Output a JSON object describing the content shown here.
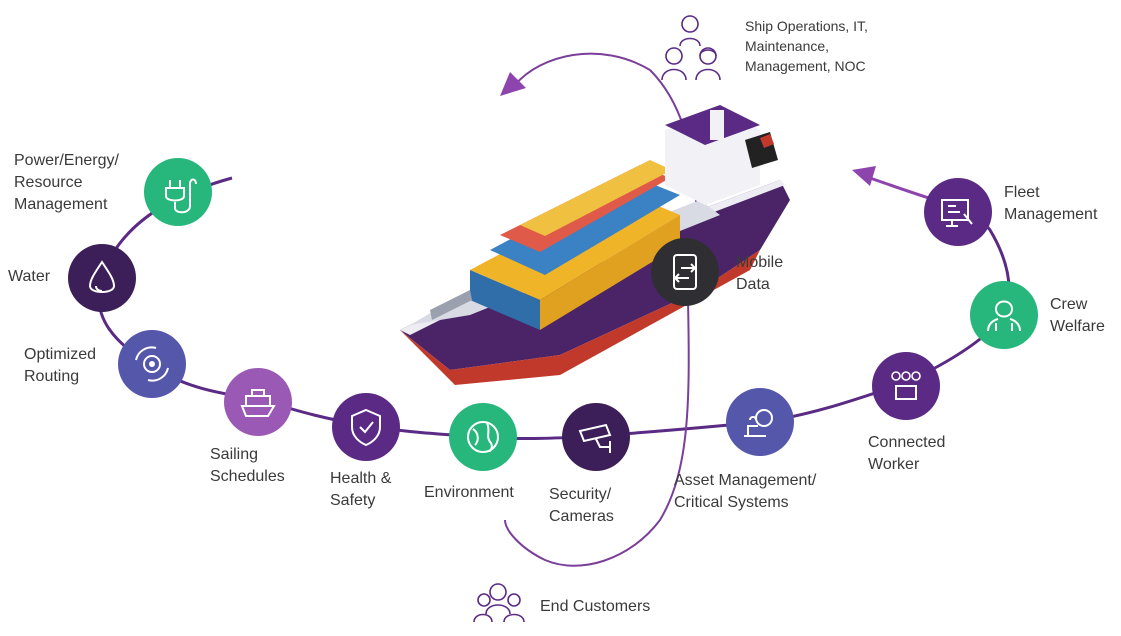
{
  "nodes": [
    {
      "id": "power",
      "label": "Power/Energy/\nResource\nManagement",
      "icon": "power-plug-icon",
      "color": "#27b67c"
    },
    {
      "id": "water",
      "label": "Water",
      "icon": "water-drop-icon",
      "color": "#3c1f58"
    },
    {
      "id": "routing",
      "label": "Optimized\nRouting",
      "icon": "gear-cycle-icon",
      "color": "#5557ab"
    },
    {
      "id": "sailing",
      "label": "Sailing\nSchedules",
      "icon": "ship-icon",
      "color": "#9b59b6"
    },
    {
      "id": "health",
      "label": "Health &\nSafety",
      "icon": "shield-check-icon",
      "color": "#5a2a84"
    },
    {
      "id": "environment",
      "label": "Environment",
      "icon": "globe-leaf-icon",
      "color": "#27b67c"
    },
    {
      "id": "security",
      "label": "Security/\nCameras",
      "icon": "security-camera-icon",
      "color": "#3c1f58"
    },
    {
      "id": "asset",
      "label": "Asset Management/\nCritical Systems",
      "icon": "asset-gear-icon",
      "color": "#5557ab"
    },
    {
      "id": "worker",
      "label": "Connected\nWorker",
      "icon": "connected-worker-icon",
      "color": "#5a2a84"
    },
    {
      "id": "crew",
      "label": "Crew\nWelfare",
      "icon": "crew-people-icon",
      "color": "#27b67c"
    },
    {
      "id": "fleet",
      "label": "Fleet\nManagement",
      "icon": "fleet-monitor-icon",
      "color": "#5a2a84"
    },
    {
      "id": "mobile",
      "label": "Mobile\nData",
      "icon": "mobile-data-icon",
      "color": "#2f2f33"
    }
  ],
  "ship_operations": {
    "label": "Ship Operations, IT,\nMaintenance,\nManagement, NOC",
    "icon": "operations-team-icon"
  },
  "end_customers": {
    "label": "End Customers",
    "icon": "customers-icon"
  },
  "colors": {
    "arc": "#5a2a84",
    "curve": "#7a3f9a",
    "arrow": "#8e44ad"
  }
}
